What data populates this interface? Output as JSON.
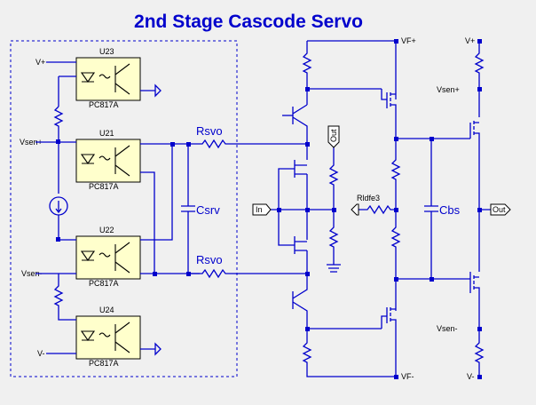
{
  "title": "2nd Stage Cascode Servo",
  "optocouplers": [
    {
      "ref": "U23",
      "part": "PC817A"
    },
    {
      "ref": "U21",
      "part": "PC817A"
    },
    {
      "ref": "U22",
      "part": "PC817A"
    },
    {
      "ref": "U24",
      "part": "PC817A"
    }
  ],
  "net_labels": {
    "v_plus_left": "V+",
    "vsen_plus_left": "Vsen+",
    "vsen_minus_left": "Vsen-",
    "v_minus_left": "V-",
    "vf_plus": "VF+",
    "vf_minus": "VF-",
    "v_plus_right": "V+",
    "vsen_plus_right": "Vsen+",
    "vsen_minus_right": "Vsen-",
    "v_minus_right": "V-"
  },
  "components": {
    "rsvo_top": "Rsvo",
    "rsvo_bottom": "Rsvo",
    "csrv": "Csrv",
    "rldfe": "Rldfe3",
    "cbs": "Cbs"
  },
  "ports": {
    "in": "In",
    "out_vertical": "Out",
    "out_right": "Out"
  }
}
